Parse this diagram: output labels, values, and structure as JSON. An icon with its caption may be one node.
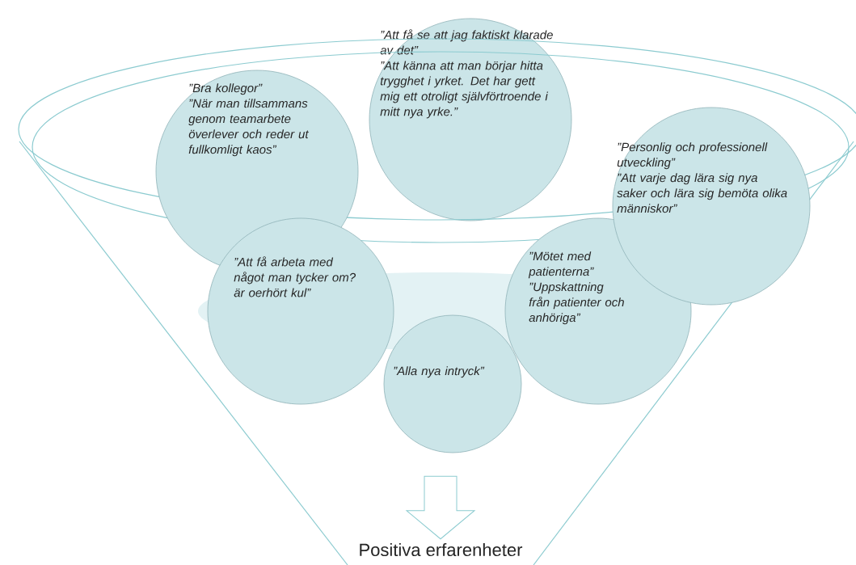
{
  "diagram": {
    "nodes": [
      {
        "text": [],
        "shape": "funnel"
      },
      {
        "text": [
          "”Bra kollegor”",
          "”När man tillsammans genom teamarbete överlever och reder ut fullkomligt kaos”"
        ],
        "in": 0
      },
      {
        "text": [
          "”Att få se att jag faktiskt klarade av det”",
          "”Att känna att man börjar hitta trygghet i yrket. Det har gett mig ett otroligt självförtroende i mitt nya yrke.”"
        ]
      },
      {
        "text": [
          "”Personlig och professionell utveckling”",
          "”Att varje dag lära sig nya saker och lära sig bemöta olika människor”"
        ],
        "in": 0
      },
      {
        "text": [
          "”Att få arbeta med något man tycker om? är oerhört kul”"
        ],
        "in": 0
      },
      {
        "text": [
          "”Alla nya intryck”"
        ],
        "in": 0
      },
      {
        "text": [
          "”Mötet med patienterna”",
          "”Uppskattning från patienter och anhöriga”"
        ],
        "in": 0
      },
      {
        "text": [
          "Positiva erfarenheter"
        ],
        "in": 0
      }
    ],
    "edges": [
      {
        "from": 0,
        "to": 7,
        "arrow": "to"
      }
    ]
  }
}
